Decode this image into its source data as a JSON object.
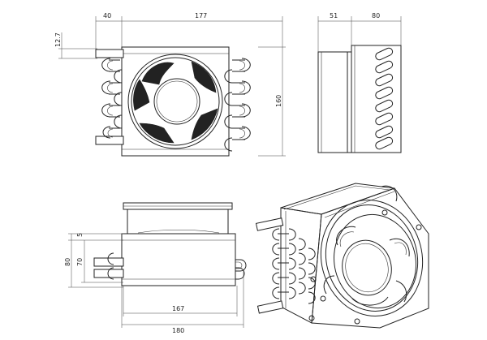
{
  "dimensions": {
    "front_top_left": "40",
    "front_top_right": "177",
    "front_left_vertical": "12.7",
    "front_right_vertical": "160",
    "side_top_left": "51",
    "side_top_right": "80",
    "bottom_left_outer": "80",
    "bottom_left_inner": "70",
    "bottom_left_small": "5",
    "bottom_inner_width": "167",
    "bottom_outer_width": "180"
  }
}
